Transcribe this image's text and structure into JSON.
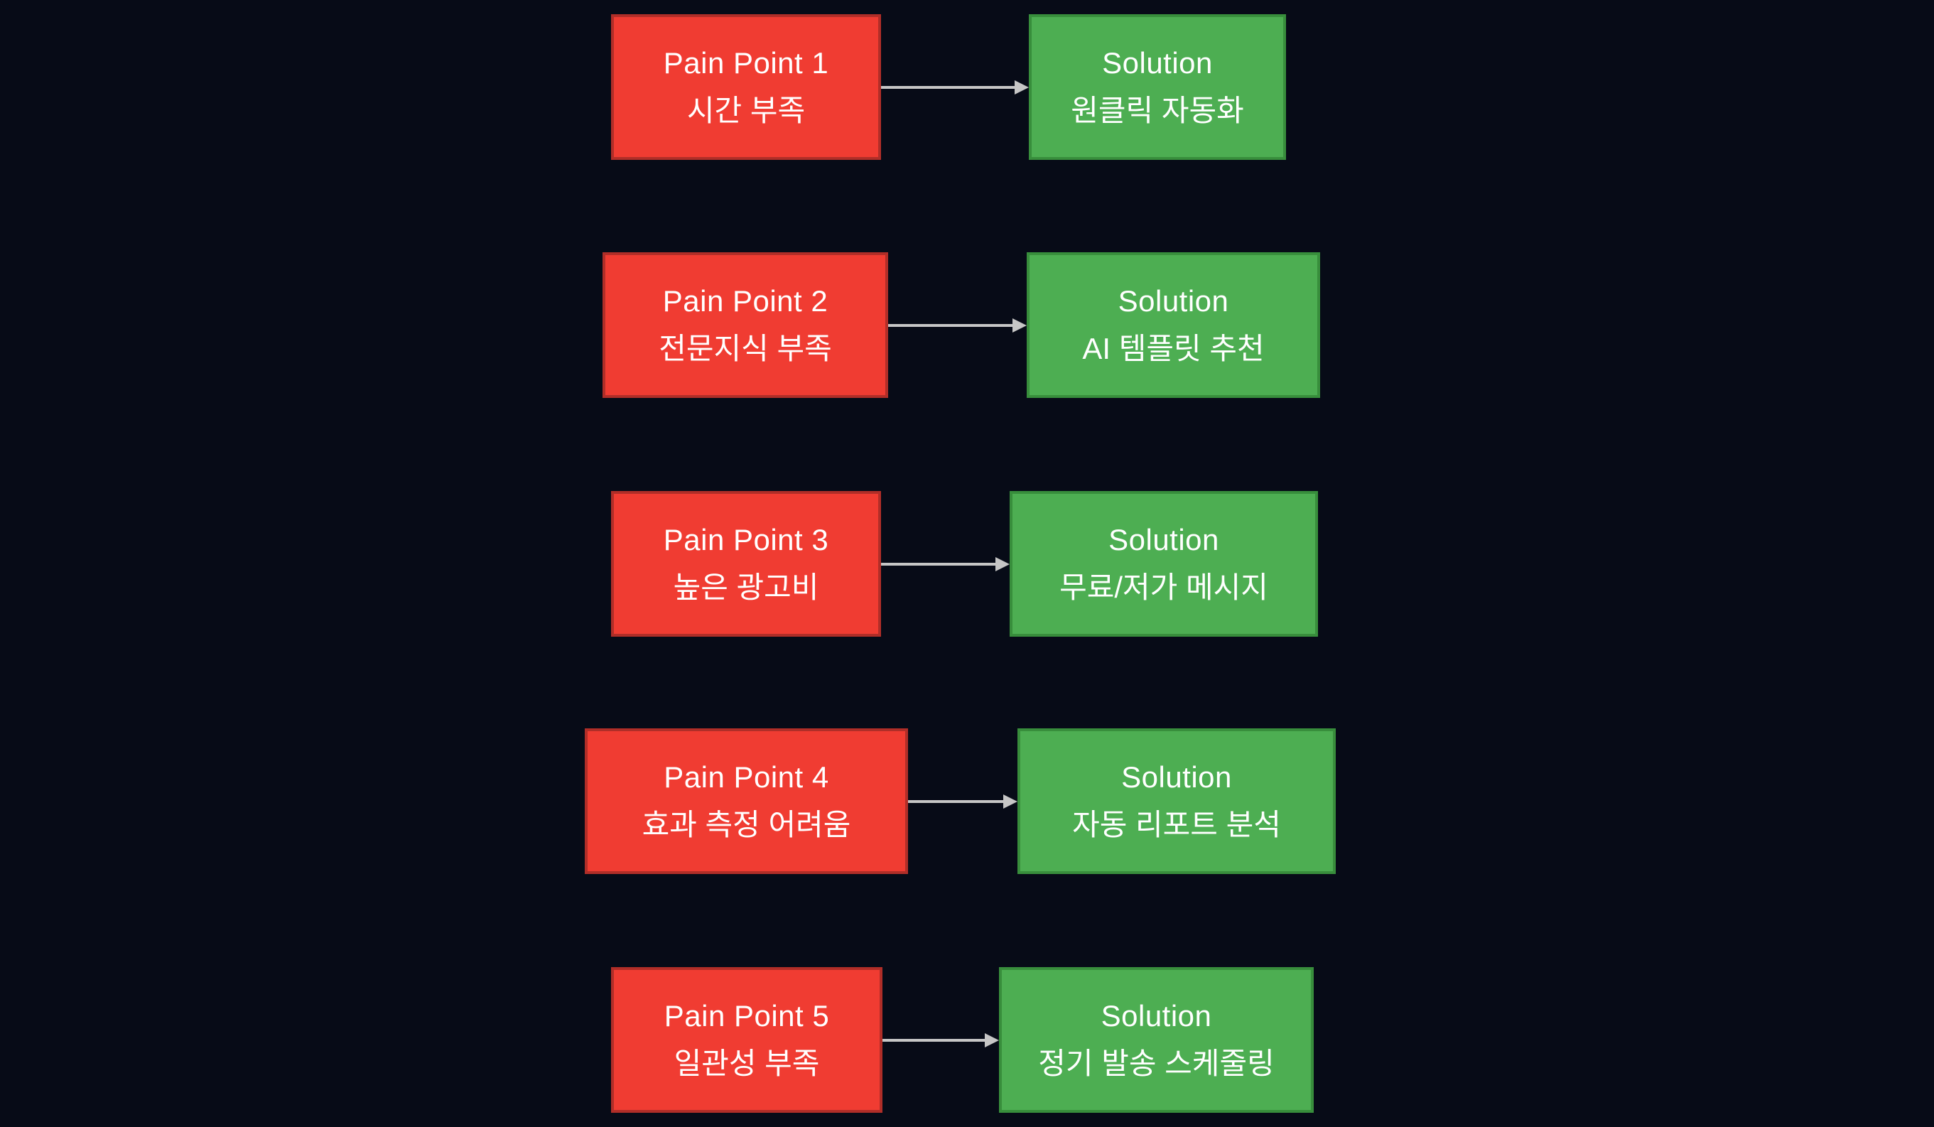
{
  "palette": {
    "page_background": "#070B17",
    "pain_fill": "#F03C32",
    "pain_border": "#B02E28",
    "solution_fill": "#4DAE52",
    "solution_border": "#388E3C",
    "arrow": "#C6C6C6",
    "text": "#FFFFFF"
  },
  "diagram": {
    "rows": [
      {
        "pain": {
          "title": "Pain Point 1",
          "subtitle": "시간 부족"
        },
        "solution": {
          "title": "Solution",
          "subtitle": "원클릭 자동화"
        }
      },
      {
        "pain": {
          "title": "Pain Point 2",
          "subtitle": "전문지식 부족"
        },
        "solution": {
          "title": "Solution",
          "subtitle": "AI 템플릿 추천"
        }
      },
      {
        "pain": {
          "title": "Pain Point 3",
          "subtitle": "높은 광고비"
        },
        "solution": {
          "title": "Solution",
          "subtitle": "무료/저가 메시지"
        }
      },
      {
        "pain": {
          "title": "Pain Point 4",
          "subtitle": "효과 측정 어려움"
        },
        "solution": {
          "title": "Solution",
          "subtitle": "자동 리포트 분석"
        }
      },
      {
        "pain": {
          "title": "Pain Point 5",
          "subtitle": "일관성 부족"
        },
        "solution": {
          "title": "Solution",
          "subtitle": "정기 발송 스케줄링"
        }
      }
    ]
  }
}
